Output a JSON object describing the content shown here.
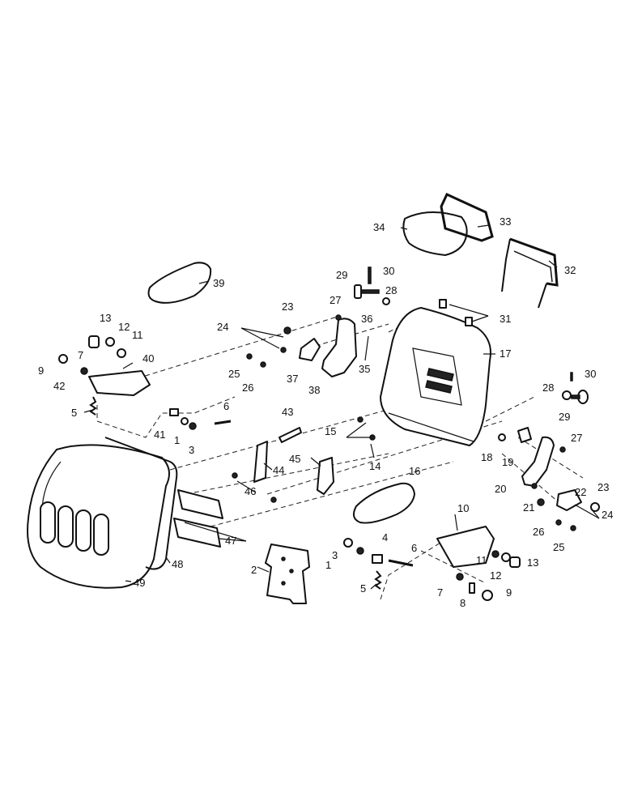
{
  "callouts": [
    {
      "id": "c1a",
      "text": "1"
    },
    {
      "id": "c1b",
      "text": "1"
    },
    {
      "id": "c2",
      "text": "2"
    },
    {
      "id": "c3a",
      "text": "3"
    },
    {
      "id": "c3b",
      "text": "3"
    },
    {
      "id": "c4",
      "text": "4"
    },
    {
      "id": "c5a",
      "text": "5"
    },
    {
      "id": "c5b",
      "text": "5"
    },
    {
      "id": "c6a",
      "text": "6"
    },
    {
      "id": "c6b",
      "text": "6"
    },
    {
      "id": "c7a",
      "text": "7"
    },
    {
      "id": "c7b",
      "text": "7"
    },
    {
      "id": "c8",
      "text": "8"
    },
    {
      "id": "c9a",
      "text": "9"
    },
    {
      "id": "c9b",
      "text": "9"
    },
    {
      "id": "c10",
      "text": "10"
    },
    {
      "id": "c11a",
      "text": "11"
    },
    {
      "id": "c11b",
      "text": "11"
    },
    {
      "id": "c12a",
      "text": "12"
    },
    {
      "id": "c12b",
      "text": "12"
    },
    {
      "id": "c13a",
      "text": "13"
    },
    {
      "id": "c13b",
      "text": "13"
    },
    {
      "id": "c14",
      "text": "14"
    },
    {
      "id": "c15",
      "text": "15"
    },
    {
      "id": "c16",
      "text": "16"
    },
    {
      "id": "c17",
      "text": "17"
    },
    {
      "id": "c18",
      "text": "18"
    },
    {
      "id": "c19",
      "text": "19"
    },
    {
      "id": "c20",
      "text": "20"
    },
    {
      "id": "c21",
      "text": "21"
    },
    {
      "id": "c22",
      "text": "22"
    },
    {
      "id": "c23a",
      "text": "23"
    },
    {
      "id": "c23b",
      "text": "23"
    },
    {
      "id": "c24a",
      "text": "24"
    },
    {
      "id": "c24b",
      "text": "24"
    },
    {
      "id": "c25a",
      "text": "25"
    },
    {
      "id": "c25b",
      "text": "25"
    },
    {
      "id": "c26a",
      "text": "26"
    },
    {
      "id": "c26b",
      "text": "26"
    },
    {
      "id": "c27a",
      "text": "27"
    },
    {
      "id": "c27b",
      "text": "27"
    },
    {
      "id": "c28a",
      "text": "28"
    },
    {
      "id": "c28b",
      "text": "28"
    },
    {
      "id": "c29a",
      "text": "29"
    },
    {
      "id": "c29b",
      "text": "29"
    },
    {
      "id": "c30a",
      "text": "30"
    },
    {
      "id": "c30b",
      "text": "30"
    },
    {
      "id": "c31",
      "text": "31"
    },
    {
      "id": "c32",
      "text": "32"
    },
    {
      "id": "c33",
      "text": "33"
    },
    {
      "id": "c34",
      "text": "34"
    },
    {
      "id": "c35",
      "text": "35"
    },
    {
      "id": "c36",
      "text": "36"
    },
    {
      "id": "c37",
      "text": "37"
    },
    {
      "id": "c38",
      "text": "38"
    },
    {
      "id": "c39",
      "text": "39"
    },
    {
      "id": "c40",
      "text": "40"
    },
    {
      "id": "c41",
      "text": "41"
    },
    {
      "id": "c42",
      "text": "42"
    },
    {
      "id": "c43",
      "text": "43"
    },
    {
      "id": "c44",
      "text": "44"
    },
    {
      "id": "c45",
      "text": "45"
    },
    {
      "id": "c46",
      "text": "46"
    },
    {
      "id": "c47",
      "text": "47"
    },
    {
      "id": "c48",
      "text": "48"
    },
    {
      "id": "c49",
      "text": "49"
    }
  ]
}
